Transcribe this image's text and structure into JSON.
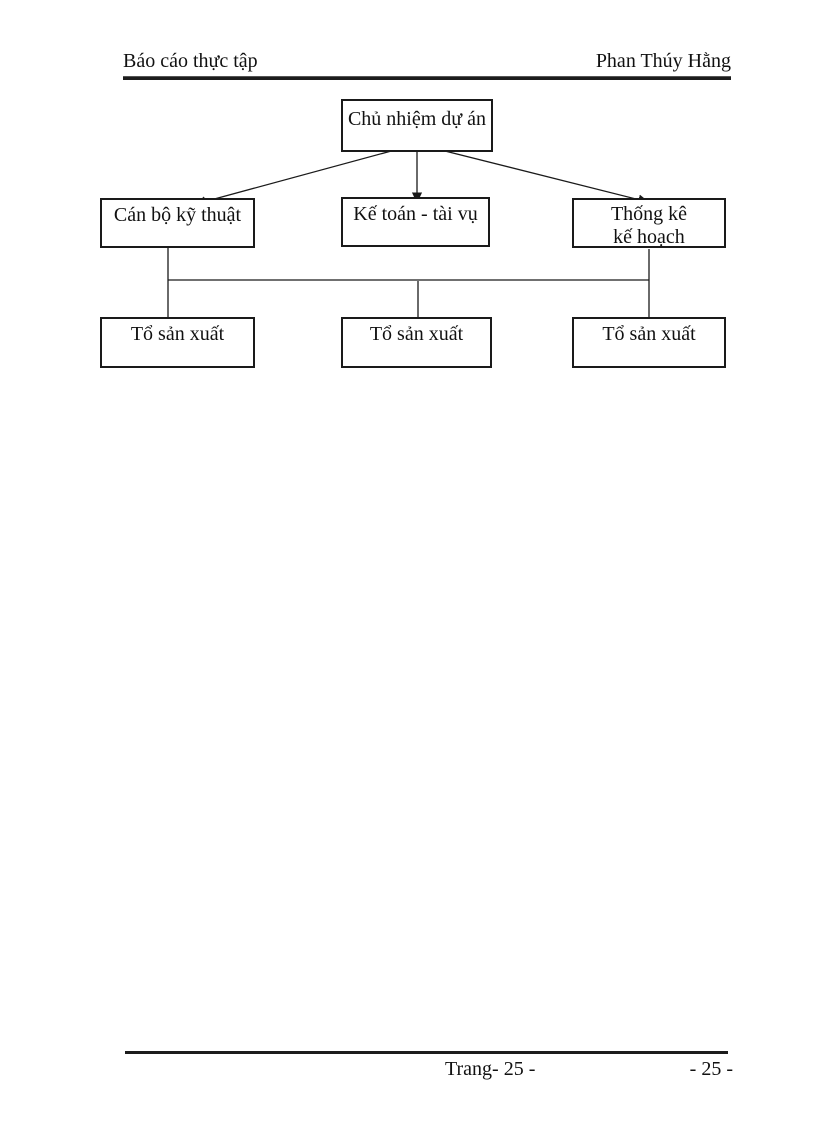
{
  "page": {
    "header_left": "Báo cáo thực tập",
    "header_right": "Phan Thúy Hằng",
    "footer_center": "Trang- 25 -",
    "footer_right": "- 25 -"
  },
  "diagram": {
    "type": "org-chart",
    "root": {
      "label": "Chủ nhiệm dự án"
    },
    "level2": [
      {
        "label": "Cán bộ kỹ thuật"
      },
      {
        "label": "Kế toán - tài vụ"
      },
      {
        "line1": "Thống kê",
        "line2": "kế hoạch"
      }
    ],
    "level3": [
      {
        "label": "Tổ sản xuất"
      },
      {
        "label": "Tổ sản xuất"
      },
      {
        "label": "Tổ sản xuất"
      }
    ],
    "colors": {
      "line": "#1a1a1a",
      "text": "#111111",
      "background": "#ffffff"
    }
  }
}
